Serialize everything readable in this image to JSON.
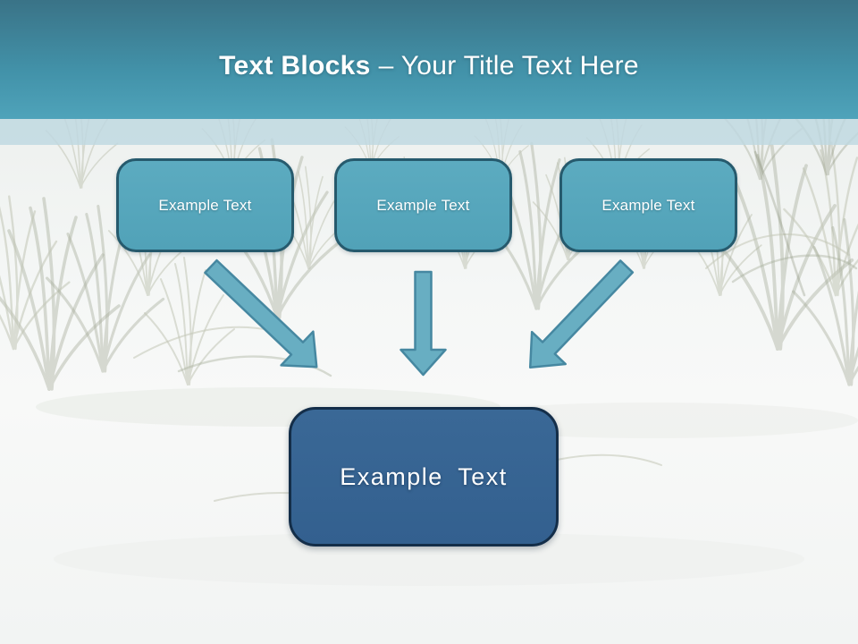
{
  "slide": {
    "title": {
      "bold": "Text Blocks",
      "regular": "– Your Title Text Here",
      "full": "Text Blocks – Your Title Text Here"
    },
    "blocks": {
      "top": [
        {
          "id": "top-block-1",
          "label": "Example Text"
        },
        {
          "id": "top-block-2",
          "label": "Example Text"
        },
        {
          "id": "top-block-3",
          "label": "Example Text"
        }
      ],
      "bottom": {
        "id": "bottom-block",
        "label": "Example Text"
      }
    },
    "arrows": [
      {
        "name": "arrow-down-right",
        "from": "top-block-1",
        "to": "bottom-block"
      },
      {
        "name": "arrow-down",
        "from": "top-block-2",
        "to": "bottom-block"
      },
      {
        "name": "arrow-down-left",
        "from": "top-block-3",
        "to": "bottom-block"
      }
    ],
    "colors": {
      "header_gradient_top": "#3a7387",
      "header_gradient_bottom": "#4fa3ba",
      "horizon_strip": "#c3d9e0",
      "background": "#f1f3f2",
      "top_box_fill": "#55a7bc",
      "top_box_border": "#265a6d",
      "bottom_box_fill": "#36648f",
      "bottom_box_border": "#142e49",
      "arrow_fill": "#68aec2",
      "arrow_border": "#4688a1",
      "title_text": "#ffffff",
      "block_text": "#ffffff"
    },
    "background_description": "faded beach dune grass photo"
  }
}
